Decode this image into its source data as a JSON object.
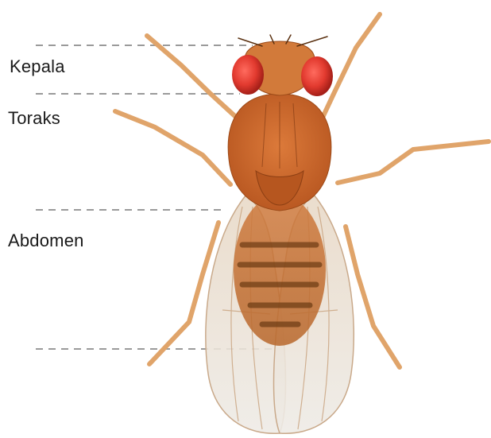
{
  "labels": {
    "head": "Kepala",
    "thorax": "Toraks",
    "abdomen": "Abdomen"
  },
  "colors": {
    "body": "#c8682a",
    "thorax": "#c9642a",
    "eye": "#e23a2f",
    "leg": "#e0a46a",
    "wing": "#ece6dd",
    "stripe": "#6b3a12",
    "guide_line": "#9a9a9a"
  }
}
